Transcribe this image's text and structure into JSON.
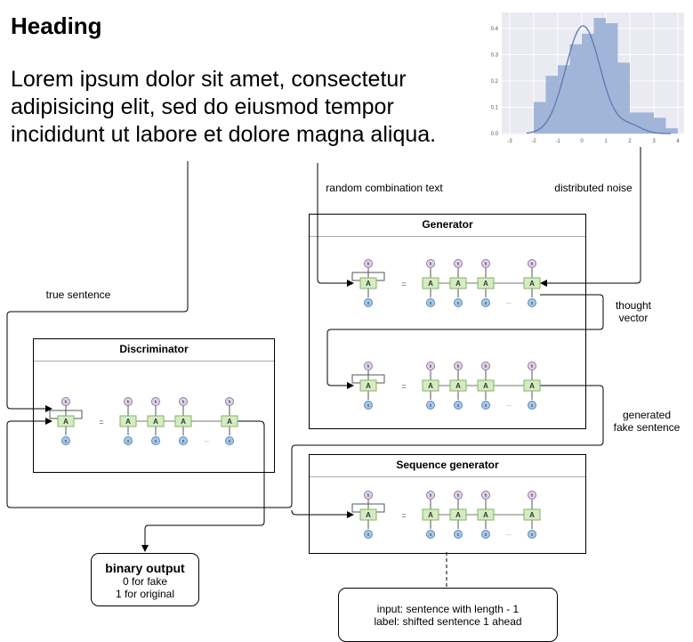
{
  "heading": "Heading",
  "body_text": "Lorem ipsum dolor sit amet, consectetur adipisicing elit, sed do eiusmod tempor incididunt ut labore et dolore magna aliqua.",
  "labels": {
    "true_sentence": "true sentence",
    "random_text": "random combination text",
    "distributed_noise": "distributed noise",
    "thought_vector_1": "thought",
    "thought_vector_2": "vector",
    "generated_1": "generated",
    "generated_2": "fake sentence"
  },
  "boxes": {
    "discriminator": "Discriminator",
    "generator": "Generator",
    "sequence_generator": "Sequence generator"
  },
  "binary_output": {
    "title": "binary output",
    "line1": "0 for fake",
    "line2": "1 for original"
  },
  "seq_note": {
    "line1": "input: sentence with length - 1",
    "line2": "label: shifted sentence 1 ahead"
  },
  "rnn_glyphs": {
    "cell": "A",
    "input": "x",
    "output": "h",
    "equals": "=",
    "dots": "..."
  },
  "histogram": {
    "x_ticks": [
      "-3",
      "-2",
      "-1",
      "0",
      "1",
      "2",
      "3",
      "4"
    ],
    "y_ticks": [
      "0.0",
      "0.1",
      "0.2",
      "0.3",
      "0.4"
    ],
    "bar_color": "#94acd4",
    "curve_color": "#5b79b4"
  },
  "colors": {
    "cell_fill": "#d5ecc2",
    "cell_stroke": "#82b366",
    "output_fill": "#e1d5e7",
    "output_stroke": "#9673a6",
    "input_fill": "#a8c8e8",
    "input_stroke": "#5a8ab8"
  }
}
